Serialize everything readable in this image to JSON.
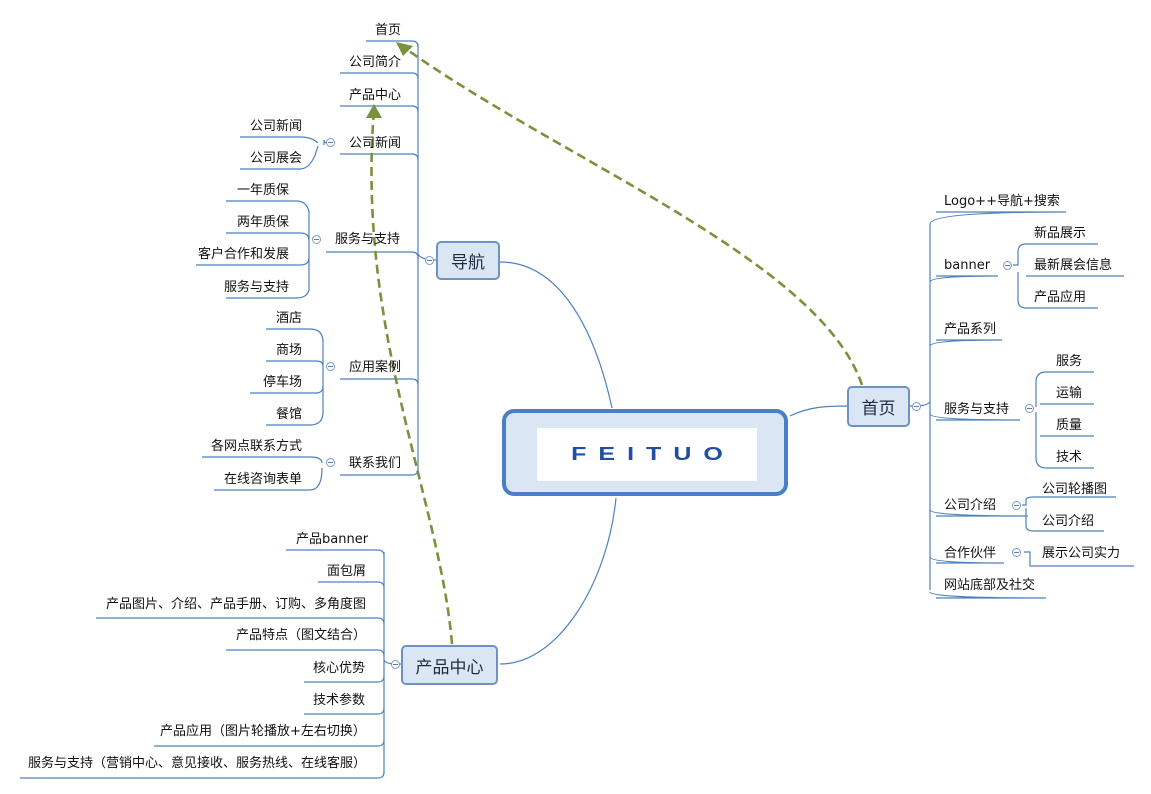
{
  "center": {
    "logo_text": "FEITUO"
  },
  "hubs": {
    "nav": "导航",
    "home": "首页",
    "product": "产品中心"
  },
  "nav": {
    "home": "首页",
    "about": "公司简介",
    "products": "产品中心",
    "news": {
      "label": "公司新闻",
      "children": [
        "公司新闻",
        "公司展会"
      ]
    },
    "service": {
      "label": "服务与支持",
      "children": [
        "一年质保",
        "两年质保",
        "客户合作和发展",
        "服务与支持"
      ]
    },
    "cases": {
      "label": "应用案例",
      "children": [
        "酒店",
        "商场",
        "停车场",
        "餐馆"
      ]
    },
    "contact": {
      "label": "联系我们",
      "children": [
        "各网点联系方式",
        "在线咨询表单"
      ]
    }
  },
  "home": {
    "logo_nav": "Logo++导航+搜索",
    "banner": {
      "label": "banner",
      "children": [
        "新品展示",
        "最新展会信息",
        "产品应用"
      ]
    },
    "series": "产品系列",
    "service": {
      "label": "服务与支持",
      "children": [
        "服务",
        "运输",
        "质量",
        "技术"
      ]
    },
    "intro": {
      "label": "公司介绍",
      "children": [
        "公司轮播图",
        "公司介绍"
      ]
    },
    "partner": {
      "label": "合作伙伴",
      "children": [
        "展示公司实力"
      ]
    },
    "footer": "网站底部及社交"
  },
  "product": {
    "items": [
      "产品banner",
      "面包屑",
      "产品图片、介绍、产品手册、订购、多角度图",
      "产品特点（图文结合）",
      "核心优势",
      "技术参数",
      "产品应用（图片轮播放+左右切换）",
      "服务与支持（营销中心、意见接收、服务热线、在线客服）"
    ]
  },
  "colors": {
    "line": "#4f81bd",
    "hub_fill": "#dbe6f4",
    "hub_border": "#6e93c2",
    "arrow": "#77933c",
    "logo": "#1f4f9e"
  }
}
